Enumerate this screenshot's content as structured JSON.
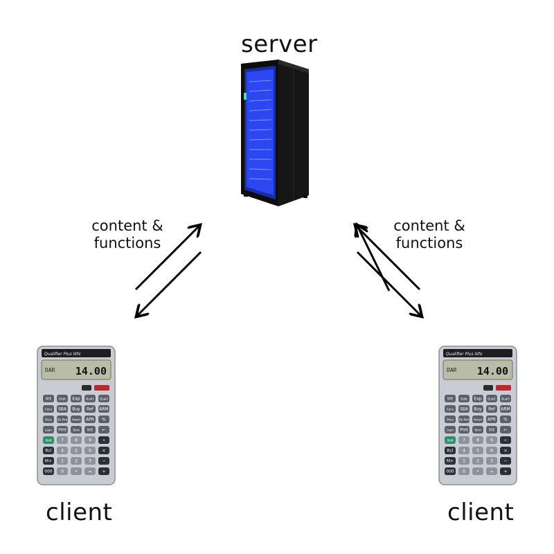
{
  "nodes": {
    "server": {
      "label": "server"
    },
    "client_left": {
      "label": "client"
    },
    "client_right": {
      "label": "client"
    }
  },
  "edges": {
    "left": {
      "label_line1": "content &",
      "label_line2": "functions"
    },
    "right": {
      "label_line1": "content &",
      "label_line2": "functions"
    }
  },
  "calculator": {
    "brand": "Qualifier Plus IIIfx",
    "display": "14.00",
    "display_mode": "DAR",
    "keys": [
      [
        "Int",
        "Debt",
        "Exp",
        "Qual1",
        "Qual2"
      ],
      [
        "Conv",
        "SBA",
        "Buy",
        "Ref",
        "ARM"
      ],
      [
        "Price",
        "Dn Pmt",
        "Amort",
        "APR",
        "%"
      ],
      [
        "Loan",
        "Pmt",
        "Term",
        "Int",
        "←"
      ],
      [
        "Shift",
        "7",
        "8",
        "9",
        "÷"
      ],
      [
        "Rcl",
        "4",
        "5",
        "6",
        "×"
      ],
      [
        "M+",
        "1",
        "2",
        "3",
        "−"
      ],
      [
        "000",
        "0",
        "•",
        "=",
        "+"
      ]
    ]
  },
  "colors": {
    "server_glow": "#2f4cff",
    "calculator_body": "#c9ccd2",
    "calculator_screen": "#b9bca6",
    "arrow": "#000000"
  }
}
